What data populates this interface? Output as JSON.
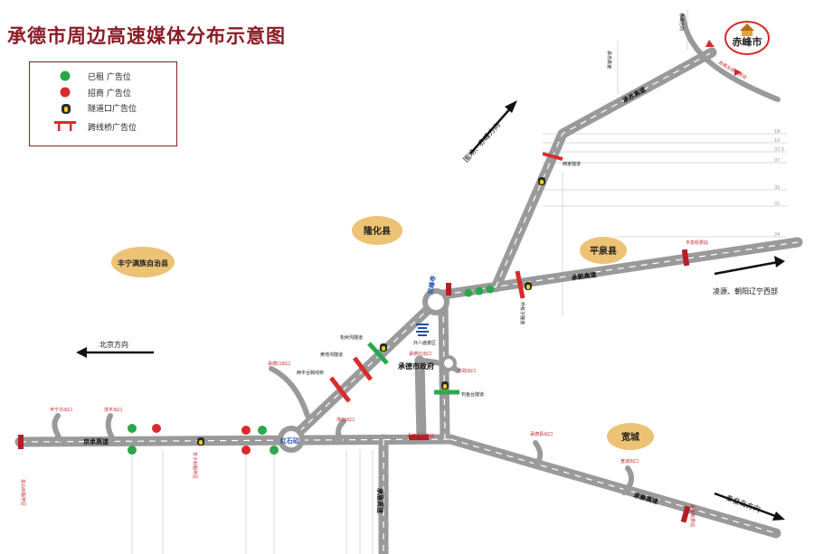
{
  "title": "承德市周边高速媒体分布示意图",
  "legend": {
    "items": [
      {
        "symbol": "green-dot",
        "label": "已租 广告位"
      },
      {
        "symbol": "red-dot",
        "label": "招商 广告位"
      },
      {
        "symbol": "tunnel",
        "label": "隧道口广告位"
      },
      {
        "symbol": "bridge",
        "label": "跨线桥广告位"
      }
    ]
  },
  "regions": {
    "fengning": "丰宁满族自治县",
    "longhua": "隆化县",
    "pingquan": "平泉县",
    "kuancheng": "宽城",
    "chifeng": "赤峰市"
  },
  "directions": {
    "beijing": "北京方向",
    "weichang": "围场、赤峰方向",
    "lingyuan": "凌源、朝阳辽宁西部",
    "qinhuangdao": "秦皇岛方向"
  },
  "highways": {
    "jingcheng": "京承高速",
    "chengtang": "承唐高速",
    "chengchi": "承赤高速",
    "chengchao": "承朝高速",
    "chengqin": "承秦高速"
  },
  "nodes": {
    "hongshijing": "红石砬",
    "shuangfengsi": "双峰寺",
    "city_gov": "承德市政府",
    "waiba": "外八庙景区"
  },
  "labels": {
    "fengshuiling_exit": "丰宁子出口",
    "liupingtai_exit": "滦平出口",
    "jinshanling": "金山岭服务区",
    "anziling": "安子岭服务区",
    "xiaokou": "承德口出口",
    "lanbei_exit": "滦北出口",
    "songshugou_tunnel": "松树沟隧道",
    "huangzigou_tunnel": "黄地沟隧道",
    "xipingtai_bridge": "西平台跨线桥",
    "chengde_north_exit": "承德北出口",
    "city_exit": "市政出口",
    "diaoyutai_tunnel": "钓鱼台隧道",
    "chengde_station": "承德县服务站",
    "chengde_county_exit": "承德县出口",
    "kuancheng_exit": "宽城出口",
    "qiaozigou_tunnel": "乔杖子隧道",
    "liangjia_tunnel": "两家隧道",
    "chengchi_s1": "承赤高速",
    "chengchi_s2": "赤峰方向",
    "chifeng_station": "赤峰主线收费站",
    "ping_station": "平泉收费站",
    "qin_station": "承秦收费站"
  },
  "km": [
    "18",
    "10",
    "37.5",
    "07",
    "35",
    "31",
    "24"
  ]
}
